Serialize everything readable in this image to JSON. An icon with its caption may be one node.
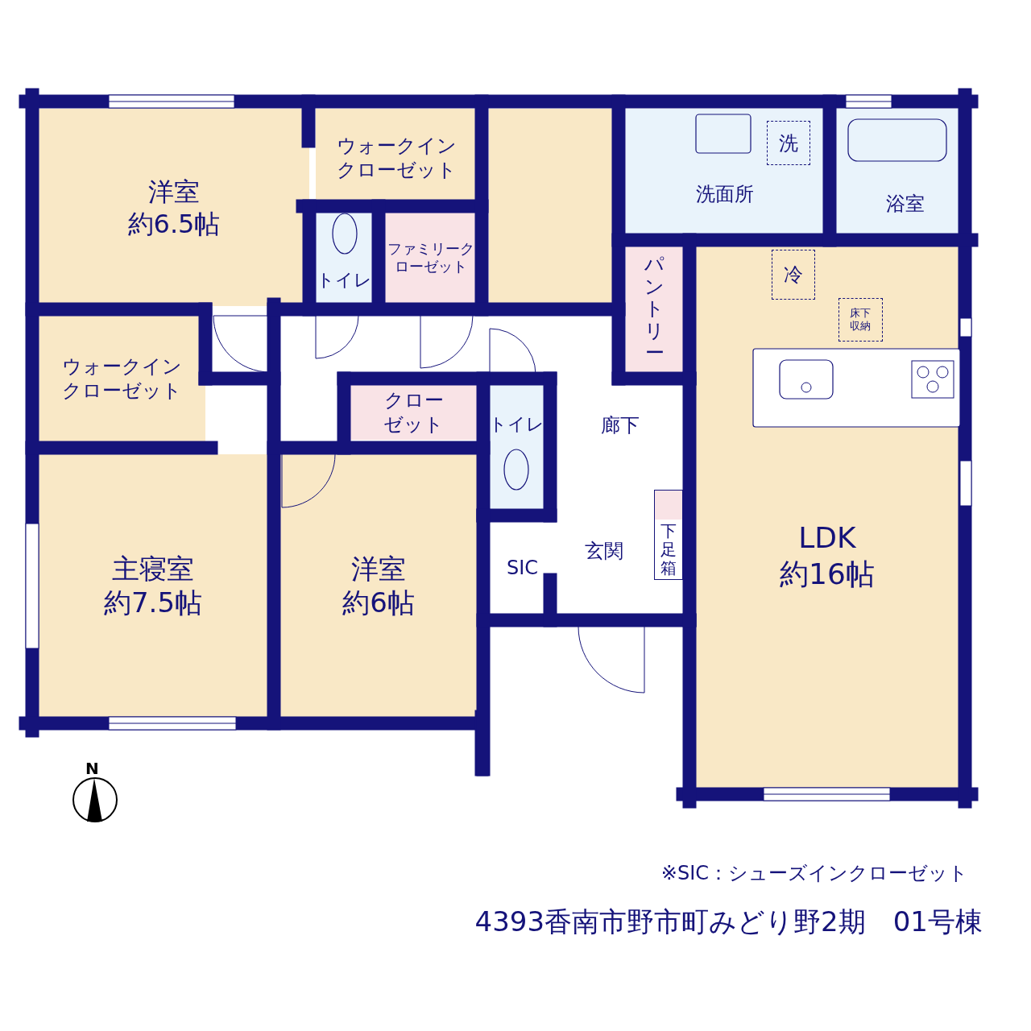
{
  "diagram": {
    "title": "4393香南市野市町みどり野2期　01号棟",
    "nodes": [
      {
        "text": [
          "洋室",
          "約6.5帖"
        ]
      },
      {
        "text": [
          "ウォークインクローゼット"
        ]
      },
      {
        "text": [
          "トイレ"
        ]
      },
      {
        "text": [
          "ファミリークローゼット"
        ]
      },
      {
        "text": [],
        "shape": "box"
      },
      {
        "text": [
          "ウォークインクローゼット"
        ]
      },
      {
        "text": [
          "クローゼット"
        ]
      },
      {
        "text": [
          "トイレ"
        ]
      },
      {
        "text": [
          "主寝室",
          "約7.5帖"
        ]
      },
      {
        "text": [
          "洋室",
          "約6帖"
        ]
      },
      {
        "text": [
          "洗面所"
        ]
      },
      {
        "text": [
          "洗"
        ],
        "in": 10
      },
      {
        "text": [
          "浴室"
        ]
      },
      {
        "text": [
          "パントリー"
        ]
      },
      {
        "text": [
          "LDK",
          "約16帖"
        ]
      },
      {
        "text": [
          "冷"
        ],
        "in": 14
      },
      {
        "text": [
          "床下収納"
        ],
        "in": 14
      },
      {
        "text": [
          "廊下"
        ]
      },
      {
        "text": [
          "SIC"
        ]
      },
      {
        "text": [
          "玄関"
        ]
      },
      {
        "text": [
          "下足箱"
        ],
        "in": 19
      }
    ],
    "labels": [
      "N",
      "※SIC：シューズインクローゼット"
    ]
  }
}
